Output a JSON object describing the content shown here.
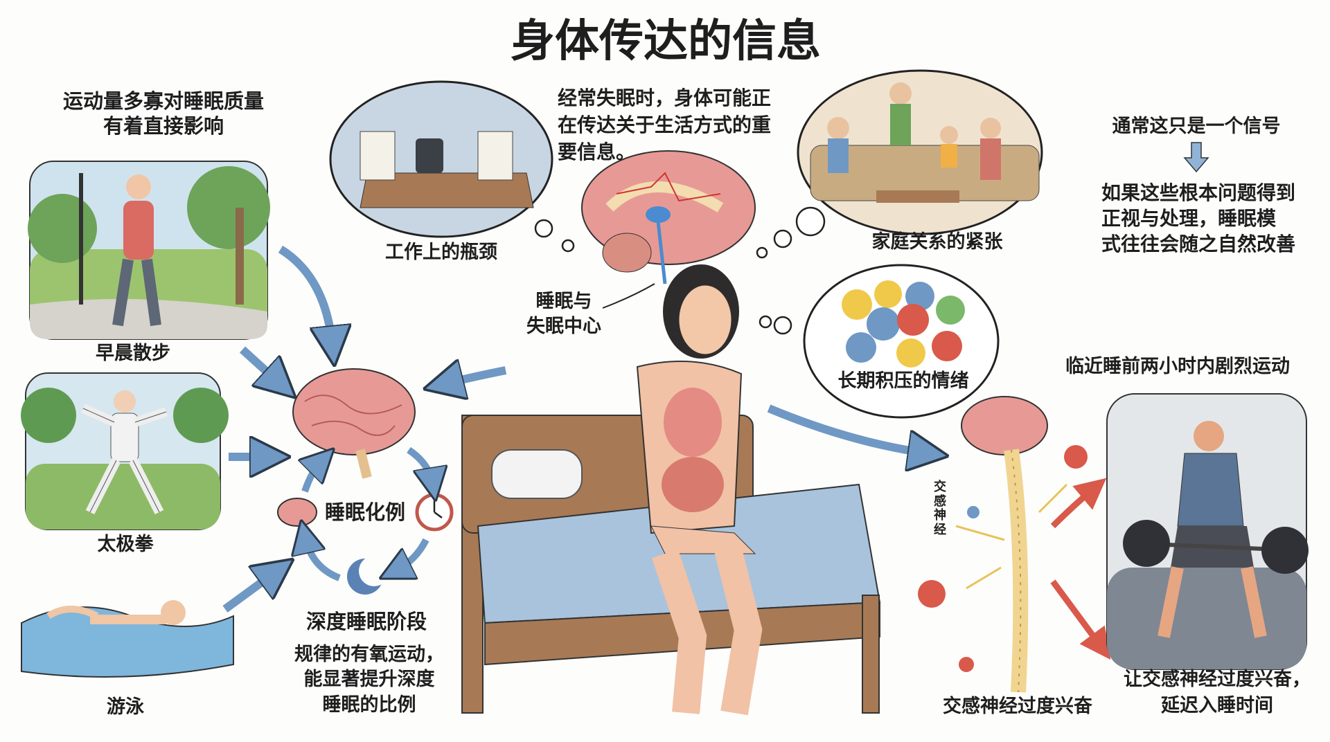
{
  "title": "身体传达的信息",
  "left": {
    "heading": [
      "运动量多寡对睡眠质量",
      "有着直接影响"
    ],
    "activities": [
      {
        "label": "早晨散步",
        "icon": "walking-woman-illustration"
      },
      {
        "label": "太极拳",
        "icon": "tai-chi-illustration"
      },
      {
        "label": "游泳",
        "icon": "swimming-illustration"
      }
    ],
    "cycle": {
      "center_label": "睡眠化例",
      "stage_label": "深度睡眠阶段",
      "description": [
        "规律的有氧运动，",
        "能显著提升深度",
        "睡眠的比例"
      ]
    }
  },
  "center": {
    "intro": [
      "经常失眠时，身体可能正",
      "在传达关于生活方式的重",
      "要信息。"
    ],
    "brain_label": [
      "睡眠与",
      "失眠中心"
    ],
    "thoughts": [
      {
        "label": "工作上的瓶颈",
        "icon": "work-desk-illustration"
      },
      {
        "label": "家庭关系的紧张",
        "icon": "family-argument-illustration"
      },
      {
        "label": "长期积压的情绪",
        "icon": "emotions-faces-illustration"
      }
    ]
  },
  "right": {
    "signal": "通常这只是一个信号",
    "resolution": [
      "如果这些根本问题得到",
      "正视与处理，睡眠模",
      "式往往会随之自然改善"
    ],
    "exercise_heading": "临近睡前两小时内剧烈运动",
    "nerve_label": "交感神经",
    "nerve_caption": "交感神经过度兴奋",
    "effect": [
      "让交感神经过度兴奋，",
      "延迟入睡时间"
    ]
  },
  "colors": {
    "arrow_blue": "#6f98c4",
    "arrow_red": "#d9594a",
    "brain_pink": "#e79a95",
    "bed_blue": "#a9c3dc",
    "wood": "#a77a55"
  }
}
